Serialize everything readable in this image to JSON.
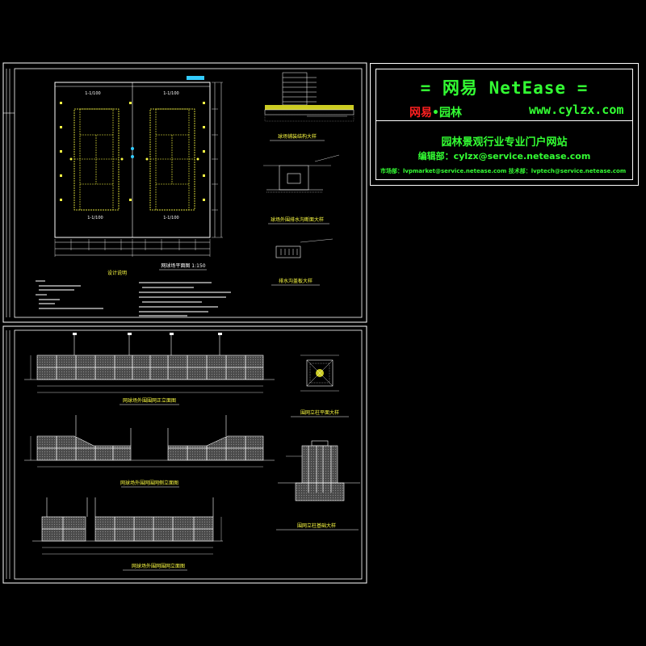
{
  "banner": {
    "title": "= 网易 NetEase =",
    "brand_red": "网易",
    "brand_dot": "•",
    "brand_green": "园林",
    "url": "www.cylzx.com",
    "subtitle": "园林景观行业专业门户网站",
    "editor": "编辑部：cylzx@service.netease.com",
    "contact": "市场部：lvpmarket@service.netease.com  技术部：lvptech@service.netease.com"
  },
  "sheet1": {
    "court_title_left": "1-1/100",
    "court_title_right": "1-1/100",
    "bottom_label_left": "1-1/100",
    "bottom_label_right": "1-1/100",
    "plan_caption": "网球场平面图 1:150",
    "notes_caption": "设计说明",
    "detail1_caption": "球场铺装结构大样",
    "detail2_caption": "球场外围排水沟断面大样",
    "detail3_caption": "排水沟盖板大样"
  },
  "sheet2": {
    "elev1_caption": "网球场外围围网正立面图",
    "elev2_caption": "网球场外围网围网侧立面图",
    "elev3_caption": "网球场外围网围网立面图",
    "detail_a_caption": "围网立柱平面大样",
    "detail_b_caption": "围网立柱基础大样"
  },
  "colors": {
    "background": "#000000",
    "frame": "#ffffff",
    "accent": "#33ff33",
    "brand_red": "#ff2020"
  }
}
